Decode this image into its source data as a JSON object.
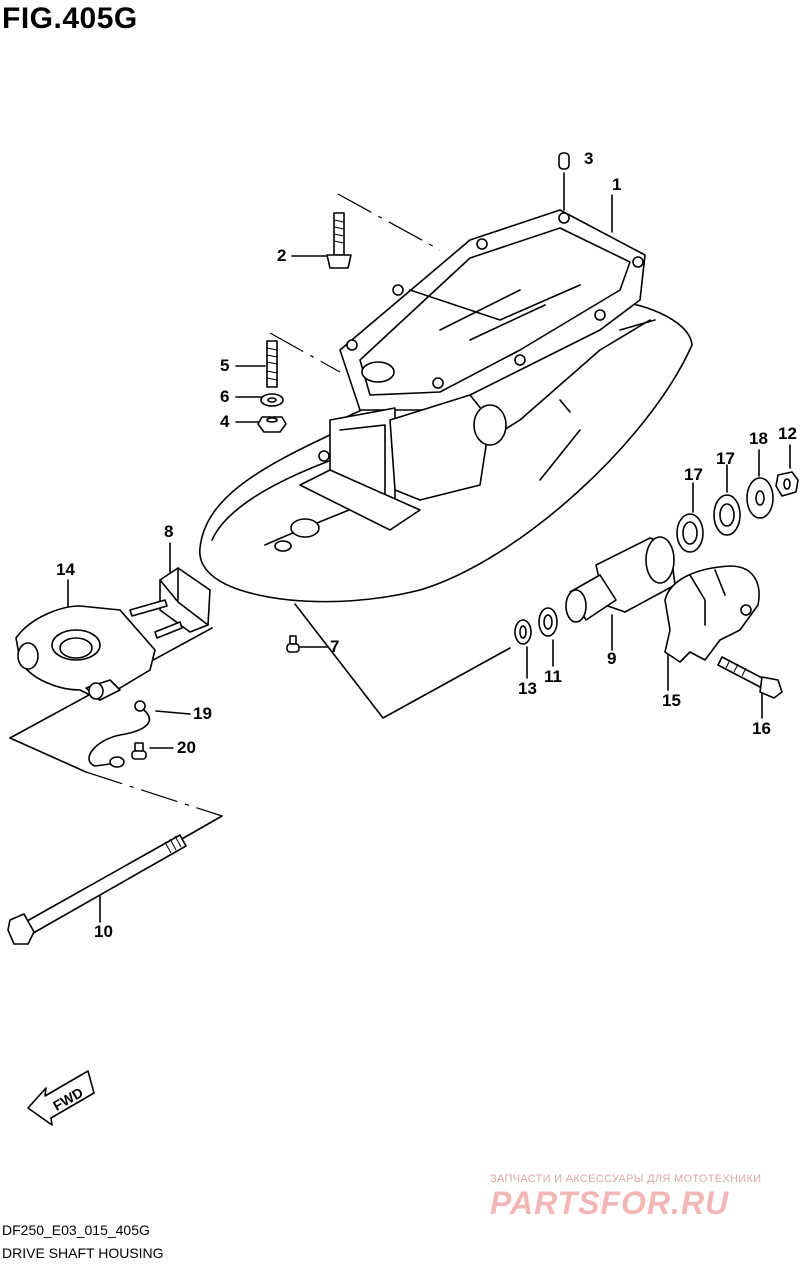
{
  "figure": {
    "title": "FIG.405G"
  },
  "callouts": {
    "p1": "1",
    "p2": "2",
    "p3": "3",
    "p4": "4",
    "p5": "5",
    "p6": "6",
    "p7": "7",
    "p8": "8",
    "p9": "9",
    "p10": "10",
    "p11": "11",
    "p12": "12",
    "p13": "13",
    "p14": "14",
    "p15": "15",
    "p16": "16",
    "p17a": "17",
    "p17b": "17",
    "p18": "18",
    "p19": "19",
    "p20": "20"
  },
  "fwd_label": "FWD",
  "footer": {
    "code": "DF250_E03_015_405G",
    "name": "DRIVE SHAFT HOUSING"
  },
  "watermark": {
    "tagline": "ЗАПЧАСТИ И АКСЕССУАРЫ ДЛЯ МОТОТЕХНИКИ",
    "brand": "PARTSFOR.RU"
  }
}
